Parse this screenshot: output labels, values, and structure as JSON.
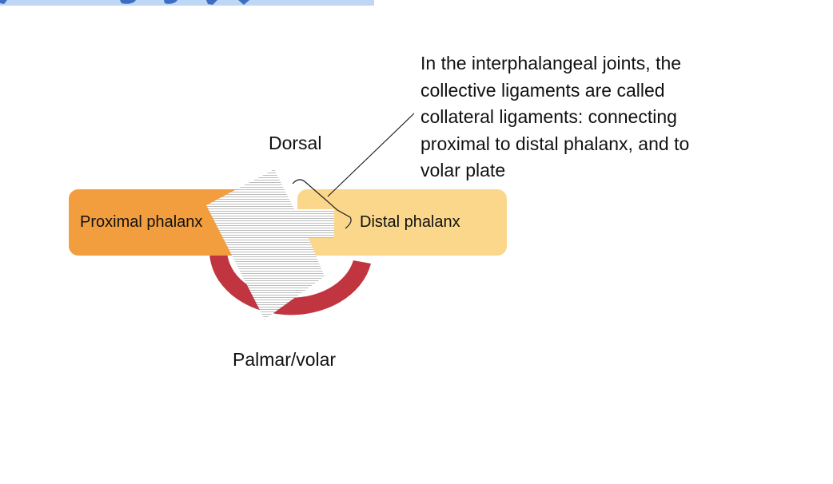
{
  "labels": {
    "dorsal": "Dorsal",
    "palmar": "Palmar/volar",
    "proximal": "Proximal phalanx",
    "distal": "Distal phalanx"
  },
  "annotation": {
    "lines": [
      "In the interphalangeal joints, the",
      "collective ligaments are called",
      "collateral ligaments: connecting",
      "proximal to distal phalanx, and to",
      "volar plate"
    ]
  },
  "colors": {
    "proximal_bone": "#f29d3e",
    "distal_bone": "#fad78b",
    "volar_plate": "#c0353f",
    "ligament_fill": "#ffffff",
    "ligament_hatch": "#bcbcbc",
    "header_bar": "#bdd7f4",
    "header_text": "#3d6ec2"
  }
}
